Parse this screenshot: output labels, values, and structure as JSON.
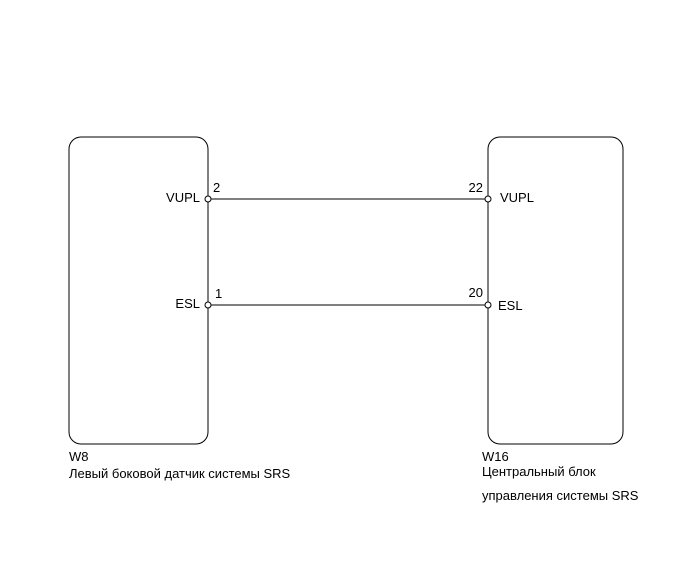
{
  "colors": {
    "line": "#000000",
    "background": "#ffffff"
  },
  "left_component": {
    "code": "W8",
    "name": "Левый боковой датчик системы SRS",
    "pins": [
      {
        "number": "2",
        "signal": "VUPL"
      },
      {
        "number": "1",
        "signal": "ESL"
      }
    ]
  },
  "right_component": {
    "code": "W16",
    "name_line1": "Центральный блок",
    "name_line2": "управления системы SRS",
    "pins": [
      {
        "number": "22",
        "signal": "VUPL"
      },
      {
        "number": "20",
        "signal": "ESL"
      }
    ]
  }
}
